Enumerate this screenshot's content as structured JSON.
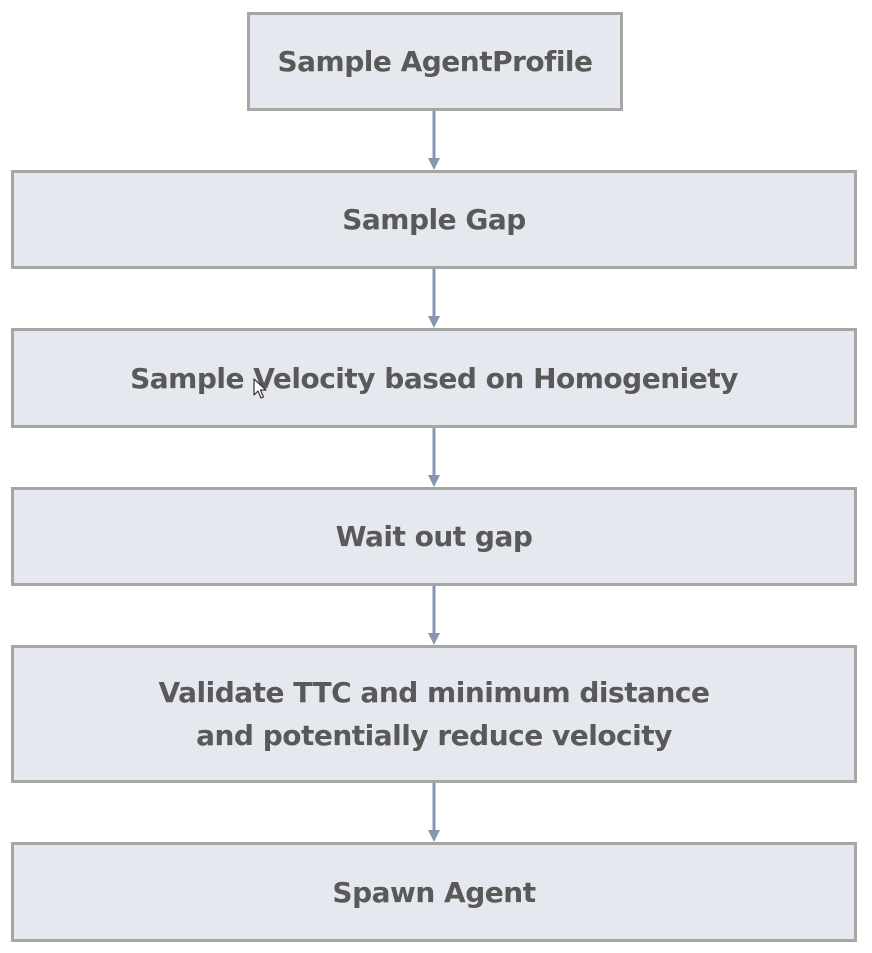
{
  "flowchart": {
    "steps": [
      "Sample AgentProfile",
      "Sample Gap",
      "Sample Velocity based on Homogeniety",
      "Wait out gap",
      "Validate TTC and minimum distance\nand potentially reduce velocity",
      "Spawn Agent"
    ]
  },
  "colors": {
    "box_fill": "#e5e8ef",
    "box_border": "#a6a6a6",
    "text": "#595959",
    "arrow": "#8497b0"
  },
  "icons": {
    "cursor": "mouse-pointer-icon"
  }
}
